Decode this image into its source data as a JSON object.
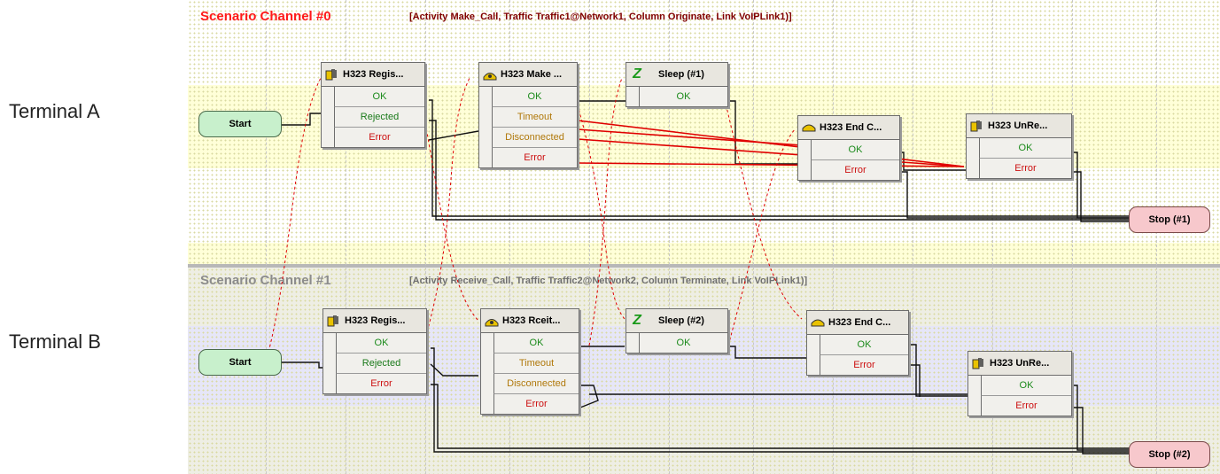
{
  "colors": {
    "channel0_title": "#ff1a1a",
    "channel0_meta": "#800000",
    "channel1_title": "#8c8c8c",
    "channel1_meta": "#707070",
    "lane_yellow": "#ffffd8",
    "lane_lavender": "#e6e6f8",
    "lane_grey": "#eeeee4",
    "cross_link": "#e00000"
  },
  "terminals": {
    "a": "Terminal A",
    "b": "Terminal B"
  },
  "channels": [
    {
      "title": "Scenario Channel #0",
      "meta": "[Activity Make_Call, Traffic Traffic1@Network1, Column Originate, Link VoIPLink1)]",
      "start": "Start",
      "stop": "Stop (#1)",
      "nodes": [
        {
          "title": "H323 Regis...",
          "icon": "register-icon",
          "rows": [
            "OK",
            "Rejected",
            "Error"
          ]
        },
        {
          "title": "H323 Make ...",
          "icon": "phone-dial-icon",
          "rows": [
            "OK",
            "Timeout",
            "Disconnected",
            "Error"
          ]
        },
        {
          "title": "Sleep (#1)",
          "icon": "sleep-icon",
          "rows": [
            "OK"
          ]
        },
        {
          "title": "H323 End C...",
          "icon": "phone-hangup-icon",
          "rows": [
            "OK",
            "Error"
          ]
        },
        {
          "title": "H323 UnRe...",
          "icon": "unregister-icon",
          "rows": [
            "OK",
            "Error"
          ]
        }
      ]
    },
    {
      "title": "Scenario Channel #1",
      "meta": "[Activity Receive_Call, Traffic Traffic2@Network2, Column Terminate, Link VoIPLink1)]",
      "start": "Start",
      "stop": "Stop (#2)",
      "nodes": [
        {
          "title": "H323 Regis...",
          "icon": "register-icon",
          "rows": [
            "OK",
            "Rejected",
            "Error"
          ]
        },
        {
          "title": "H323 Rceit...",
          "icon": "phone-receive-icon",
          "rows": [
            "OK",
            "Timeout",
            "Disconnected",
            "Error"
          ]
        },
        {
          "title": "Sleep (#2)",
          "icon": "sleep-icon",
          "rows": [
            "OK"
          ]
        },
        {
          "title": "H323 End C...",
          "icon": "phone-hangup-icon",
          "rows": [
            "OK",
            "Error"
          ]
        },
        {
          "title": "H323 UnRe...",
          "icon": "unregister-icon",
          "rows": [
            "OK",
            "Error"
          ]
        }
      ]
    }
  ]
}
